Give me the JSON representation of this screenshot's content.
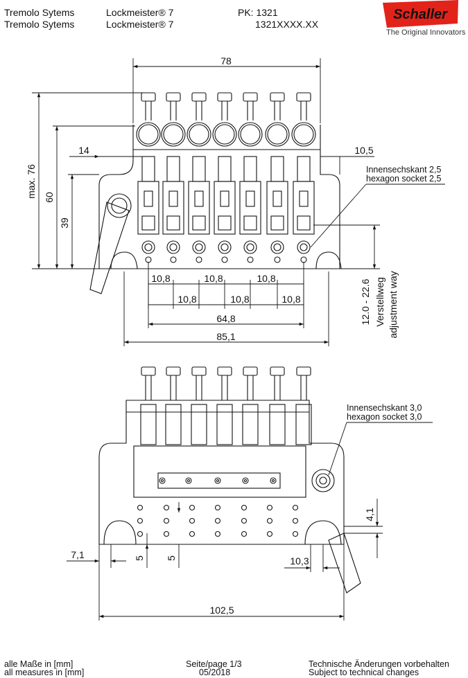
{
  "header": {
    "line1": {
      "product_line": "Tremolo Sytems",
      "model": "Lockmeister® 7",
      "code": "PK: 1321"
    },
    "line2": {
      "product_line": "Tremolo Sytems",
      "model": "Lockmeister® 7",
      "code": "1321XXXX.XX"
    }
  },
  "brand": {
    "logo_text": "Schaller",
    "tagline": "The Original Innovators",
    "color": "#e2231a"
  },
  "top_view": {
    "dimensions": {
      "total_width": "78",
      "max_height": "max. 76",
      "height_60": "60",
      "height_39": "39",
      "left_14": "14",
      "right_10_5": "10,5",
      "spacing": [
        "10,8",
        "10,8",
        "10,8",
        "10,8",
        "10,8",
        "10,8"
      ],
      "span_64_8": "64,8",
      "span_85_1": "85,1",
      "adjust_range": "12.0 - 22.6",
      "adjust_de": "Verstellweg",
      "adjust_en": "adjustment way"
    },
    "callout": {
      "de": "Innensechskant 2,5",
      "en": "hexagon socket 2,5"
    }
  },
  "bottom_view": {
    "dimensions": {
      "left_7_1": "7,1",
      "bottom_5a": "5",
      "bottom_5b": "5",
      "right_4_1": "4,1",
      "right_10_3": "10,3",
      "total_102_5": "102,5"
    },
    "callout": {
      "de": "Innensechskant 3,0",
      "en": "hexagon socket 3,0"
    }
  },
  "footer": {
    "left": [
      "alle Maße in [mm]",
      "all measures in [mm]"
    ],
    "center": [
      "Seite/page 1/3",
      "05/2018"
    ],
    "right": [
      "Technische Änderungen vorbehalten",
      "Subject to technical changes"
    ]
  }
}
